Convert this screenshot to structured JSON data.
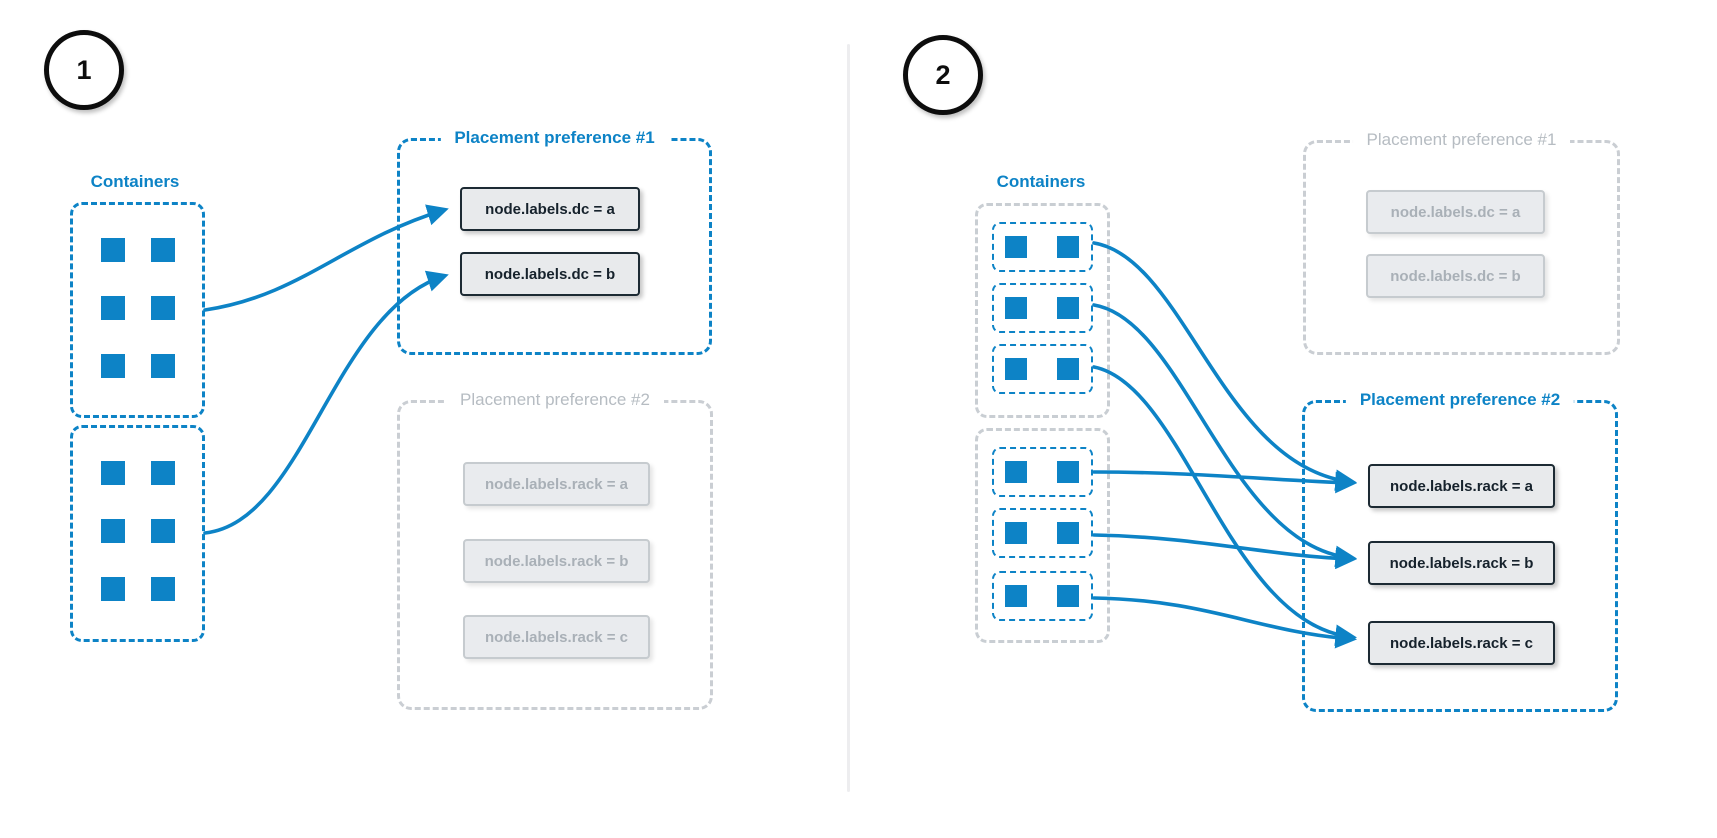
{
  "panels": [
    {
      "badge": "1",
      "containers_label": "Containers",
      "container_groups": 2,
      "squares_per_group": 6,
      "preferences": [
        {
          "title": "Placement preference #1",
          "active": true,
          "items": [
            "node.labels.dc = a",
            "node.labels.dc = b"
          ]
        },
        {
          "title": "Placement preference #2",
          "active": false,
          "items": [
            "node.labels.rack = a",
            "node.labels.rack = b",
            "node.labels.rack = c"
          ]
        }
      ]
    },
    {
      "badge": "2",
      "containers_label": "Containers",
      "container_groups": 6,
      "squares_per_group": 2,
      "preferences": [
        {
          "title": "Placement preference #1",
          "active": false,
          "items": [
            "node.labels.dc = a",
            "node.labels.dc = b"
          ]
        },
        {
          "title": "Placement preference #2",
          "active": true,
          "items": [
            "node.labels.rack = a",
            "node.labels.rack = b",
            "node.labels.rack = c"
          ]
        }
      ]
    }
  ],
  "colors": {
    "accent_blue": "#0d83c6",
    "inactive_gray": "#b6bcc2",
    "item_fill": "#e8eaec",
    "item_dark_border": "#1c2a33",
    "inactive_border": "#c9ced3",
    "divider": "#ededef"
  }
}
